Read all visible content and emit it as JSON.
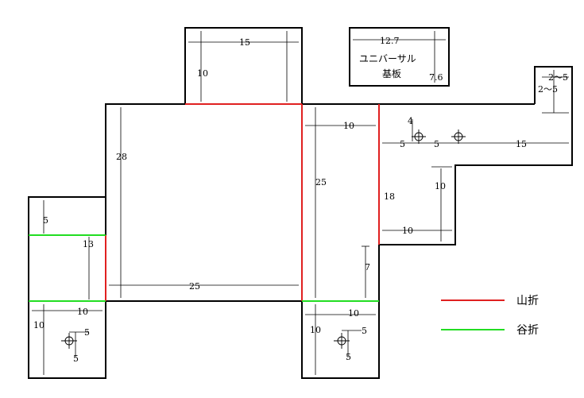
{
  "colors": {
    "outline": "#000000",
    "mountain_fold": "#e02020",
    "valley_fold": "#22dd22"
  },
  "board": {
    "line1": "ユニバーサル",
    "line2": "基板",
    "width_dim": "12.7",
    "height_dim": "7.6"
  },
  "dims": {
    "top_flap_width": "15",
    "top_flap_height": "10",
    "main_height": "28",
    "main_width": "25",
    "right_panel_height": "25",
    "right_panel_top": "10",
    "right_wing_height": "18",
    "right_wing_bottom": "10",
    "right_wing_step": "10",
    "hole_row_top": "4",
    "hole_gap_a": "5",
    "hole_gap_b": "5",
    "hole_row_rest": "15",
    "corner_a": "2〜5",
    "corner_b": "2〜5",
    "right_panel_lower": "7",
    "left_flap_top": "5",
    "left_flap_mid": "13",
    "left_bottom_width": "10",
    "left_bottom_height": "10",
    "left_hole_x": "5",
    "left_hole_y": "5",
    "right_bottom_width": "10",
    "right_bottom_height": "10",
    "right_hole_x": "5",
    "right_hole_y": "5"
  },
  "legend": {
    "mountain_label": "山折",
    "valley_label": "谷折"
  }
}
